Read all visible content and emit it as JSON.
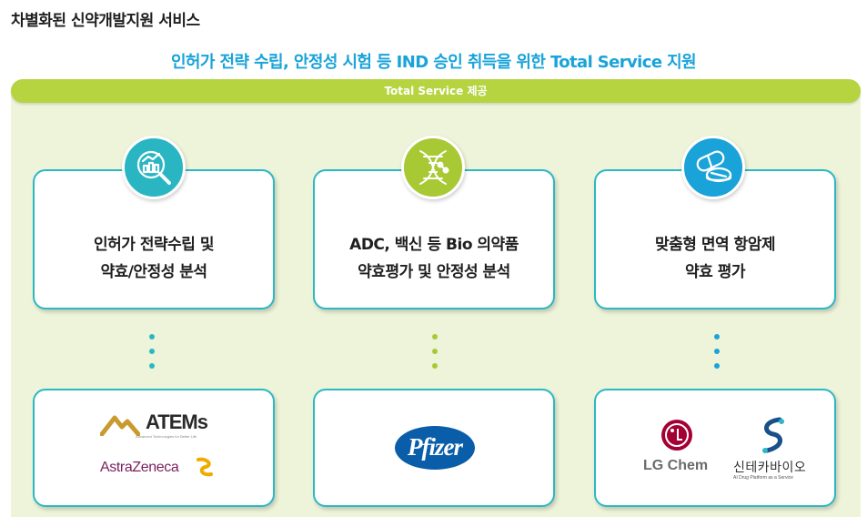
{
  "header": {
    "title": "차별화된 신약개발지원 서비스",
    "subtitle": "인허가 전략 수립, 안정성 시험 등 IND 승인 취득을 위한 Total Service 지원"
  },
  "banner": {
    "label": "Total Service 제공"
  },
  "colors": {
    "teal": "#2ab8c4",
    "green": "#a8c934",
    "blue": "#1aa3d9",
    "panel": "#eef4d9",
    "banner": "#b5d440"
  },
  "services": [
    {
      "icon": "chart-magnifier-icon",
      "line1": "인허가 전략수립 및",
      "line2": "약효/안정성 분석"
    },
    {
      "icon": "dna-icon",
      "line1": "ADC, 백신 등 Bio 의약품",
      "line2": "약효평가 및 안정성 분석"
    },
    {
      "icon": "pill-capsule-icon",
      "line1": "맞춤형 면역 항암제",
      "line2": "약효 평가"
    }
  ],
  "partners": {
    "col1": {
      "atems": "ATEMs",
      "atems_tagline": "Advanced Technologies for Better Life",
      "astrazeneca": "AstraZeneca"
    },
    "col2": {
      "pfizer": "Pfizer"
    },
    "col3": {
      "lg": "LG Chem",
      "syntekabio": "신테카바이오",
      "syntekabio_tagline": "AI Drug Platform as a Service"
    }
  }
}
